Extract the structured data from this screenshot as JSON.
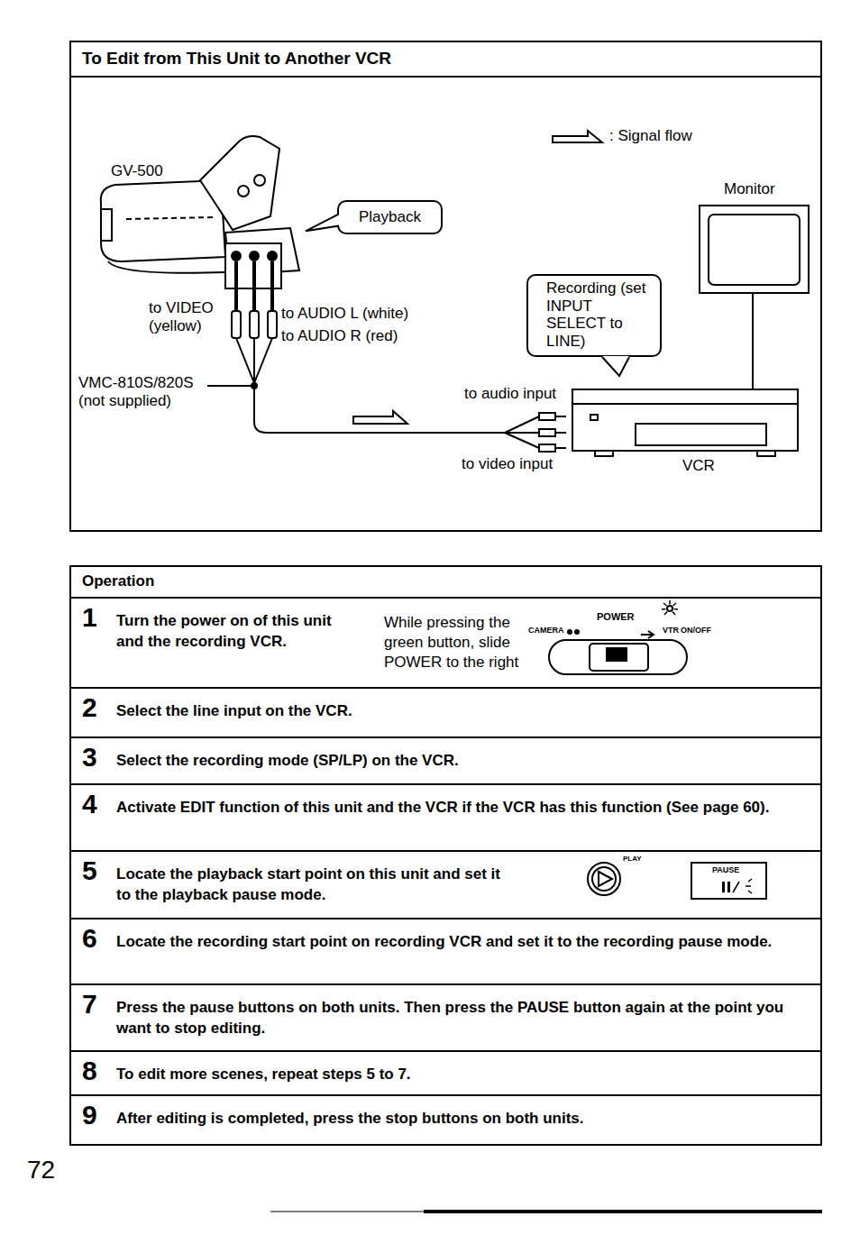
{
  "diagram": {
    "nodes": [
      {
        "text": [
          "To Edit from This Unit to Another VCR"
        ]
      },
      {
        "text": [
          "Playback"
        ],
        "in": 0
      },
      {
        "text": [
          "Recording (set INPUT SELECT to LINE)"
        ],
        "in": 0
      },
      {
        "text": [
          "Operation"
        ]
      },
      {
        "text": [
          "1",
          "Turn the power on of this unit and the recording VCR.",
          "While pressing the green button, slide POWER to the right"
        ],
        "in": 3
      },
      {
        "text": [
          "2",
          "Select the line input on the VCR."
        ],
        "in": 3
      },
      {
        "text": [
          "3",
          "Select the recording mode (SP/LP) on the VCR."
        ],
        "in": 3
      },
      {
        "text": [
          "4",
          "Activate EDIT function of this unit and the VCR if the VCR has this function (See page 60)."
        ],
        "in": 3
      },
      {
        "text": [
          "5",
          "Locate the playback start point on this unit and set it to the playback pause mode."
        ],
        "in": 3
      },
      {
        "text": [
          "6",
          "Locate the recording start point on recording VCR and set it to the recording pause mode."
        ],
        "in": 3
      },
      {
        "text": [
          "7",
          "Press the pause buttons on both units. Then press the PAUSE button again at the point you want to stop editing."
        ],
        "in": 3
      },
      {
        "text": [
          "8",
          "To edit more scenes, repeat steps 5 to 7."
        ],
        "in": 3
      },
      {
        "text": [
          "9",
          "After editing is completed, press the stop buttons on both units."
        ],
        "in": 3
      }
    ],
    "labels": [
      "GV-500",
      "to VIDEO (yellow)",
      "to AUDIO L (white)",
      "to AUDIO R (red)",
      "VMC-810S/820S (not supplied)",
      "to audio input",
      "to video input",
      "VCR",
      "Monitor",
      "POWER",
      "CAMERA",
      "VTR",
      "ON/OFF",
      "PLAY",
      "PAUSE",
      "72"
    ],
    "legend": [
      {
        "text": ": Signal flow"
      }
    ]
  }
}
